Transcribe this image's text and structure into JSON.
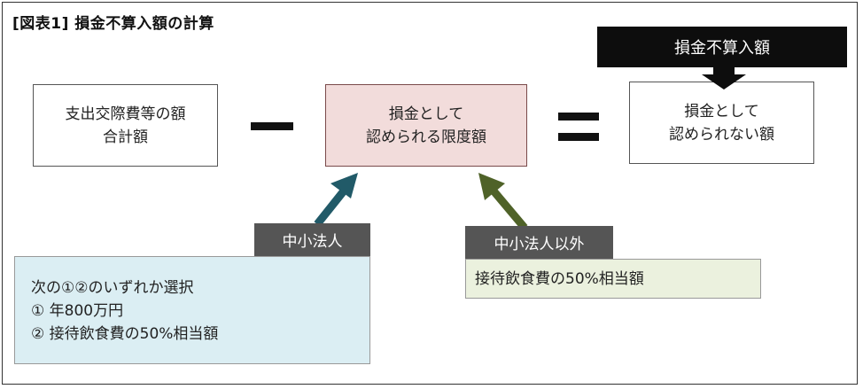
{
  "title": "[図表1] 損金不算入額の計算",
  "boxes": {
    "expenses": {
      "line1": "支出交際費等の額",
      "line2": "合計額"
    },
    "limit": {
      "line1": "損金として",
      "line2": "認められる限度額"
    },
    "nondeductible": {
      "line1": "損金として",
      "line2": "認められない額"
    }
  },
  "banner": "損金不算入額",
  "sme": {
    "tag": "中小法人",
    "lines": [
      "次の①②のいずれか選択",
      "① 年800万円",
      "② 接待飲食費の50%相当額"
    ]
  },
  "non_sme": {
    "tag": "中小法人以外",
    "text": "接待飲食費の50%相当額"
  },
  "colors": {
    "limit_fill": "#f2dcdb",
    "sme_fill": "#dbeef3",
    "non_sme_fill": "#ebf1de",
    "sme_arrow": "#215a68",
    "non_sme_arrow": "#4f6228",
    "tag_fill": "#555555",
    "banner_fill": "#0d0d0d"
  },
  "icons": [
    "arrow-down-icon",
    "arrow-up-right-icon",
    "arrow-up-left-icon"
  ]
}
